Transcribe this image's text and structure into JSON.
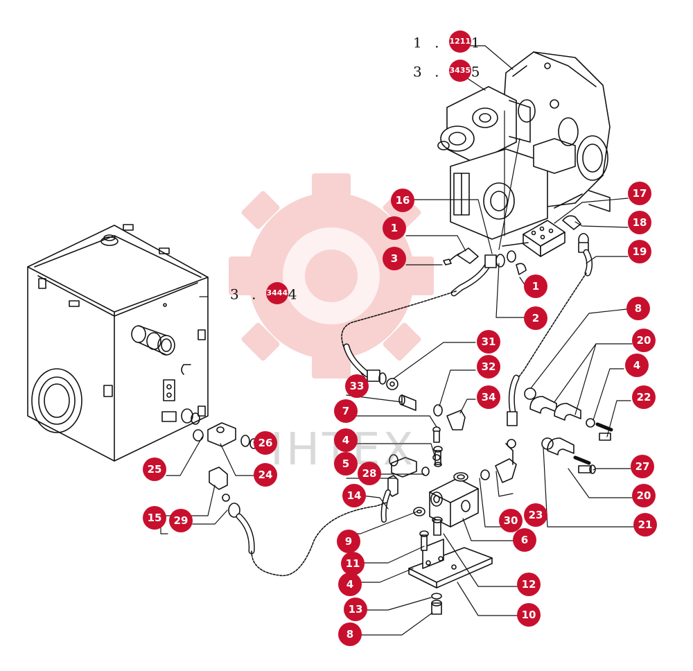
{
  "palette": {
    "callout": "#c8102e",
    "line": "#111111",
    "watermark": "#f4b4b4"
  },
  "watermark": {
    "text": "IHTEX"
  },
  "references": [
    {
      "id": "ref-1211",
      "prefix": "1 . ",
      "badge": "1211",
      "suffix": "1"
    },
    {
      "id": "ref-3435",
      "prefix": "3 . ",
      "badge": "3435",
      "suffix": "5"
    },
    {
      "id": "ref-3444",
      "prefix": "3 . ",
      "badge": "3444",
      "suffix": "4"
    }
  ],
  "callouts": [
    "16",
    "1",
    "3",
    "1",
    "2",
    "17",
    "18",
    "19",
    "8",
    "20",
    "4",
    "22",
    "31",
    "32",
    "33",
    "34",
    "7",
    "4",
    "5",
    "28",
    "14",
    "26",
    "24",
    "25",
    "15",
    "29",
    "9",
    "30",
    "23",
    "6",
    "27",
    "20",
    "21",
    "11",
    "4",
    "12",
    "13",
    "10",
    "8"
  ]
}
